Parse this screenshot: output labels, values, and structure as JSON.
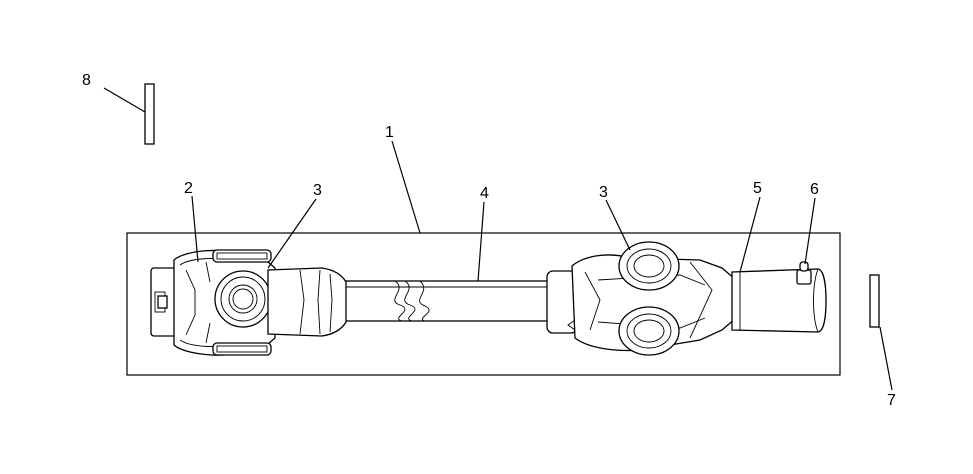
{
  "diagram": {
    "callouts": [
      {
        "id": "c1",
        "label": "1"
      },
      {
        "id": "c2",
        "label": "2"
      },
      {
        "id": "c3a",
        "label": "3"
      },
      {
        "id": "c3b",
        "label": "3"
      },
      {
        "id": "c4",
        "label": "4"
      },
      {
        "id": "c5",
        "label": "5"
      },
      {
        "id": "c6",
        "label": "6"
      },
      {
        "id": "c7",
        "label": "7"
      },
      {
        "id": "c8",
        "label": "8"
      }
    ]
  }
}
